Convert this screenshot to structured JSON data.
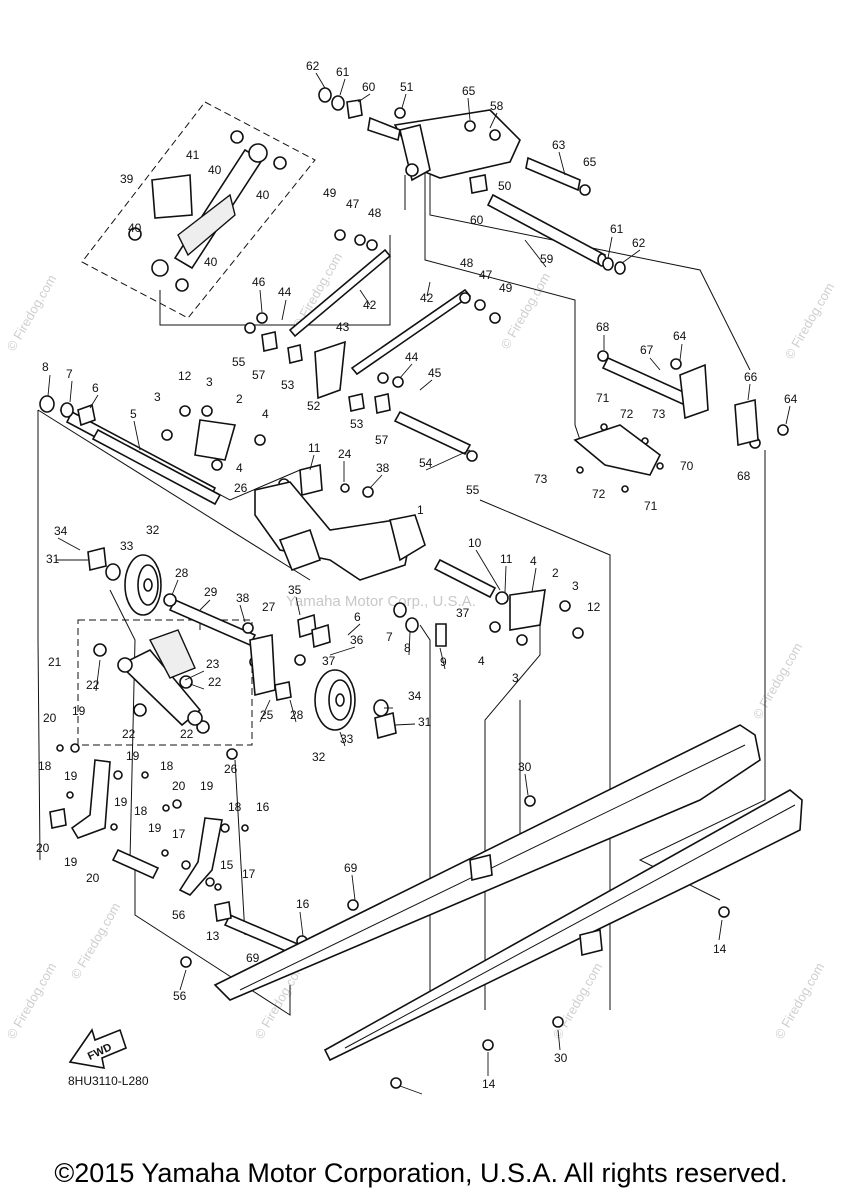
{
  "diagram": {
    "catalog_number": "8HU3110-L280",
    "fwd_label": "FWD",
    "center_watermark": "Yamaha Motor Corp., U.S.A.",
    "watermark_text": "© Firedog.com",
    "callouts": [
      {
        "id": "c62a",
        "n": "62"
      },
      {
        "id": "c61a",
        "n": "61"
      },
      {
        "id": "c60a",
        "n": "60"
      },
      {
        "id": "c51",
        "n": "51"
      },
      {
        "id": "c65a",
        "n": "65"
      },
      {
        "id": "c58",
        "n": "58"
      },
      {
        "id": "c41",
        "n": "41"
      },
      {
        "id": "c40a",
        "n": "40"
      },
      {
        "id": "c39",
        "n": "39"
      },
      {
        "id": "c40b",
        "n": "40"
      },
      {
        "id": "c40c",
        "n": "40"
      },
      {
        "id": "c40d",
        "n": "40"
      },
      {
        "id": "c63",
        "n": "63"
      },
      {
        "id": "c65b",
        "n": "65"
      },
      {
        "id": "c50",
        "n": "50"
      },
      {
        "id": "c60b",
        "n": "60"
      },
      {
        "id": "c49a",
        "n": "49"
      },
      {
        "id": "c47a",
        "n": "47"
      },
      {
        "id": "c48a",
        "n": "48"
      },
      {
        "id": "c59",
        "n": "59"
      },
      {
        "id": "c61b",
        "n": "61"
      },
      {
        "id": "c62b",
        "n": "62"
      },
      {
        "id": "c46",
        "n": "46"
      },
      {
        "id": "c44a",
        "n": "44"
      },
      {
        "id": "c42a",
        "n": "42"
      },
      {
        "id": "c48b",
        "n": "48"
      },
      {
        "id": "c47b",
        "n": "47"
      },
      {
        "id": "c49b",
        "n": "49"
      },
      {
        "id": "c42b",
        "n": "42"
      },
      {
        "id": "c43",
        "n": "43"
      },
      {
        "id": "c68a",
        "n": "68"
      },
      {
        "id": "c67",
        "n": "67"
      },
      {
        "id": "c64a",
        "n": "64"
      },
      {
        "id": "c55a",
        "n": "55"
      },
      {
        "id": "c57a",
        "n": "57"
      },
      {
        "id": "c44b",
        "n": "44"
      },
      {
        "id": "c45",
        "n": "45"
      },
      {
        "id": "c53a",
        "n": "53"
      },
      {
        "id": "c52",
        "n": "52"
      },
      {
        "id": "c8a",
        "n": "8"
      },
      {
        "id": "c7a",
        "n": "7"
      },
      {
        "id": "c6a",
        "n": "6"
      },
      {
        "id": "c12a",
        "n": "12"
      },
      {
        "id": "c3a",
        "n": "3"
      },
      {
        "id": "c3b",
        "n": "3"
      },
      {
        "id": "c2a",
        "n": "2"
      },
      {
        "id": "c4a",
        "n": "4"
      },
      {
        "id": "c5",
        "n": "5"
      },
      {
        "id": "c53b",
        "n": "53"
      },
      {
        "id": "c57b",
        "n": "57"
      },
      {
        "id": "c66",
        "n": "66"
      },
      {
        "id": "c64b",
        "n": "64"
      },
      {
        "id": "c71a",
        "n": "71"
      },
      {
        "id": "c72a",
        "n": "72"
      },
      {
        "id": "c73a",
        "n": "73"
      },
      {
        "id": "c4b",
        "n": "4"
      },
      {
        "id": "c11a",
        "n": "11"
      },
      {
        "id": "c24",
        "n": "24"
      },
      {
        "id": "c38a",
        "n": "38"
      },
      {
        "id": "c54",
        "n": "54"
      },
      {
        "id": "c70",
        "n": "70"
      },
      {
        "id": "c68b",
        "n": "68"
      },
      {
        "id": "c73b",
        "n": "73"
      },
      {
        "id": "c72b",
        "n": "72"
      },
      {
        "id": "c71b",
        "n": "71"
      },
      {
        "id": "c26a",
        "n": "26"
      },
      {
        "id": "c55b",
        "n": "55"
      },
      {
        "id": "c1",
        "n": "1"
      },
      {
        "id": "c34a",
        "n": "34"
      },
      {
        "id": "c32a",
        "n": "32"
      },
      {
        "id": "c31a",
        "n": "31"
      },
      {
        "id": "c33a",
        "n": "33"
      },
      {
        "id": "c10",
        "n": "10"
      },
      {
        "id": "c11b",
        "n": "11"
      },
      {
        "id": "c4c",
        "n": "4"
      },
      {
        "id": "c2b",
        "n": "2"
      },
      {
        "id": "c3c",
        "n": "3"
      },
      {
        "id": "c28a",
        "n": "28"
      },
      {
        "id": "c29",
        "n": "29"
      },
      {
        "id": "c35",
        "n": "35"
      },
      {
        "id": "c38b",
        "n": "38"
      },
      {
        "id": "c27",
        "n": "27"
      },
      {
        "id": "c6b",
        "n": "6"
      },
      {
        "id": "c12b",
        "n": "12"
      },
      {
        "id": "c36",
        "n": "36"
      },
      {
        "id": "c7b",
        "n": "7"
      },
      {
        "id": "c37a",
        "n": "37"
      },
      {
        "id": "c8b",
        "n": "8"
      },
      {
        "id": "c9",
        "n": "9"
      },
      {
        "id": "c21",
        "n": "21"
      },
      {
        "id": "c22a",
        "n": "22"
      },
      {
        "id": "c23",
        "n": "23"
      },
      {
        "id": "c22b",
        "n": "22"
      },
      {
        "id": "c37b",
        "n": "37"
      },
      {
        "id": "c4d",
        "n": "4"
      },
      {
        "id": "c3d",
        "n": "3"
      },
      {
        "id": "c25",
        "n": "25"
      },
      {
        "id": "c28b",
        "n": "28"
      },
      {
        "id": "c34b",
        "n": "34"
      },
      {
        "id": "c31b",
        "n": "31"
      },
      {
        "id": "c22c",
        "n": "22"
      },
      {
        "id": "c22d",
        "n": "22"
      },
      {
        "id": "c33b",
        "n": "33"
      },
      {
        "id": "c32b",
        "n": "32"
      },
      {
        "id": "c20a",
        "n": "20"
      },
      {
        "id": "c19a",
        "n": "19"
      },
      {
        "id": "c19b",
        "n": "19"
      },
      {
        "id": "c18a",
        "n": "18"
      },
      {
        "id": "c18b",
        "n": "18"
      },
      {
        "id": "c26b",
        "n": "26"
      },
      {
        "id": "c19c",
        "n": "19"
      },
      {
        "id": "c20b",
        "n": "20"
      },
      {
        "id": "c19d",
        "n": "19"
      },
      {
        "id": "c19e",
        "n": "19"
      },
      {
        "id": "c18c",
        "n": "18"
      },
      {
        "id": "c16a",
        "n": "16"
      },
      {
        "id": "c20c",
        "n": "20"
      },
      {
        "id": "c18d",
        "n": "18"
      },
      {
        "id": "c19f",
        "n": "19"
      },
      {
        "id": "c17a",
        "n": "17"
      },
      {
        "id": "c19g",
        "n": "19"
      },
      {
        "id": "c15",
        "n": "15"
      },
      {
        "id": "c20d",
        "n": "20"
      },
      {
        "id": "c17b",
        "n": "17"
      },
      {
        "id": "c56a",
        "n": "56"
      },
      {
        "id": "c69a",
        "n": "69"
      },
      {
        "id": "c30a",
        "n": "30"
      },
      {
        "id": "c16b",
        "n": "16"
      },
      {
        "id": "c13",
        "n": "13"
      },
      {
        "id": "c69b",
        "n": "69"
      },
      {
        "id": "c14a",
        "n": "14"
      },
      {
        "id": "c56b",
        "n": "56"
      },
      {
        "id": "c30b",
        "n": "30"
      },
      {
        "id": "c14b",
        "n": "14"
      }
    ]
  },
  "footer": {
    "copyright": "©2015 Yamaha Motor Corporation, U.S.A. All rights reserved."
  }
}
